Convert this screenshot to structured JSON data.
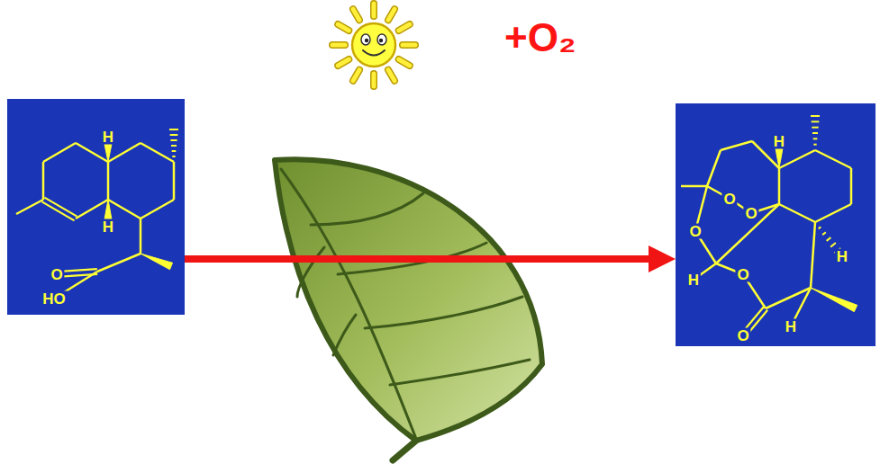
{
  "diagram": {
    "nodes": [
      {
        "text": [
          "H",
          "H",
          "O",
          "HO"
        ]
      },
      {
        "text": [
          "H",
          "O",
          "O",
          "O",
          "H",
          "O",
          "H",
          "H",
          "O"
        ]
      }
    ],
    "edges": [
      {
        "from": 0,
        "to": 1,
        "arrow": "to"
      }
    ],
    "labels": [
      "+O₂"
    ]
  }
}
